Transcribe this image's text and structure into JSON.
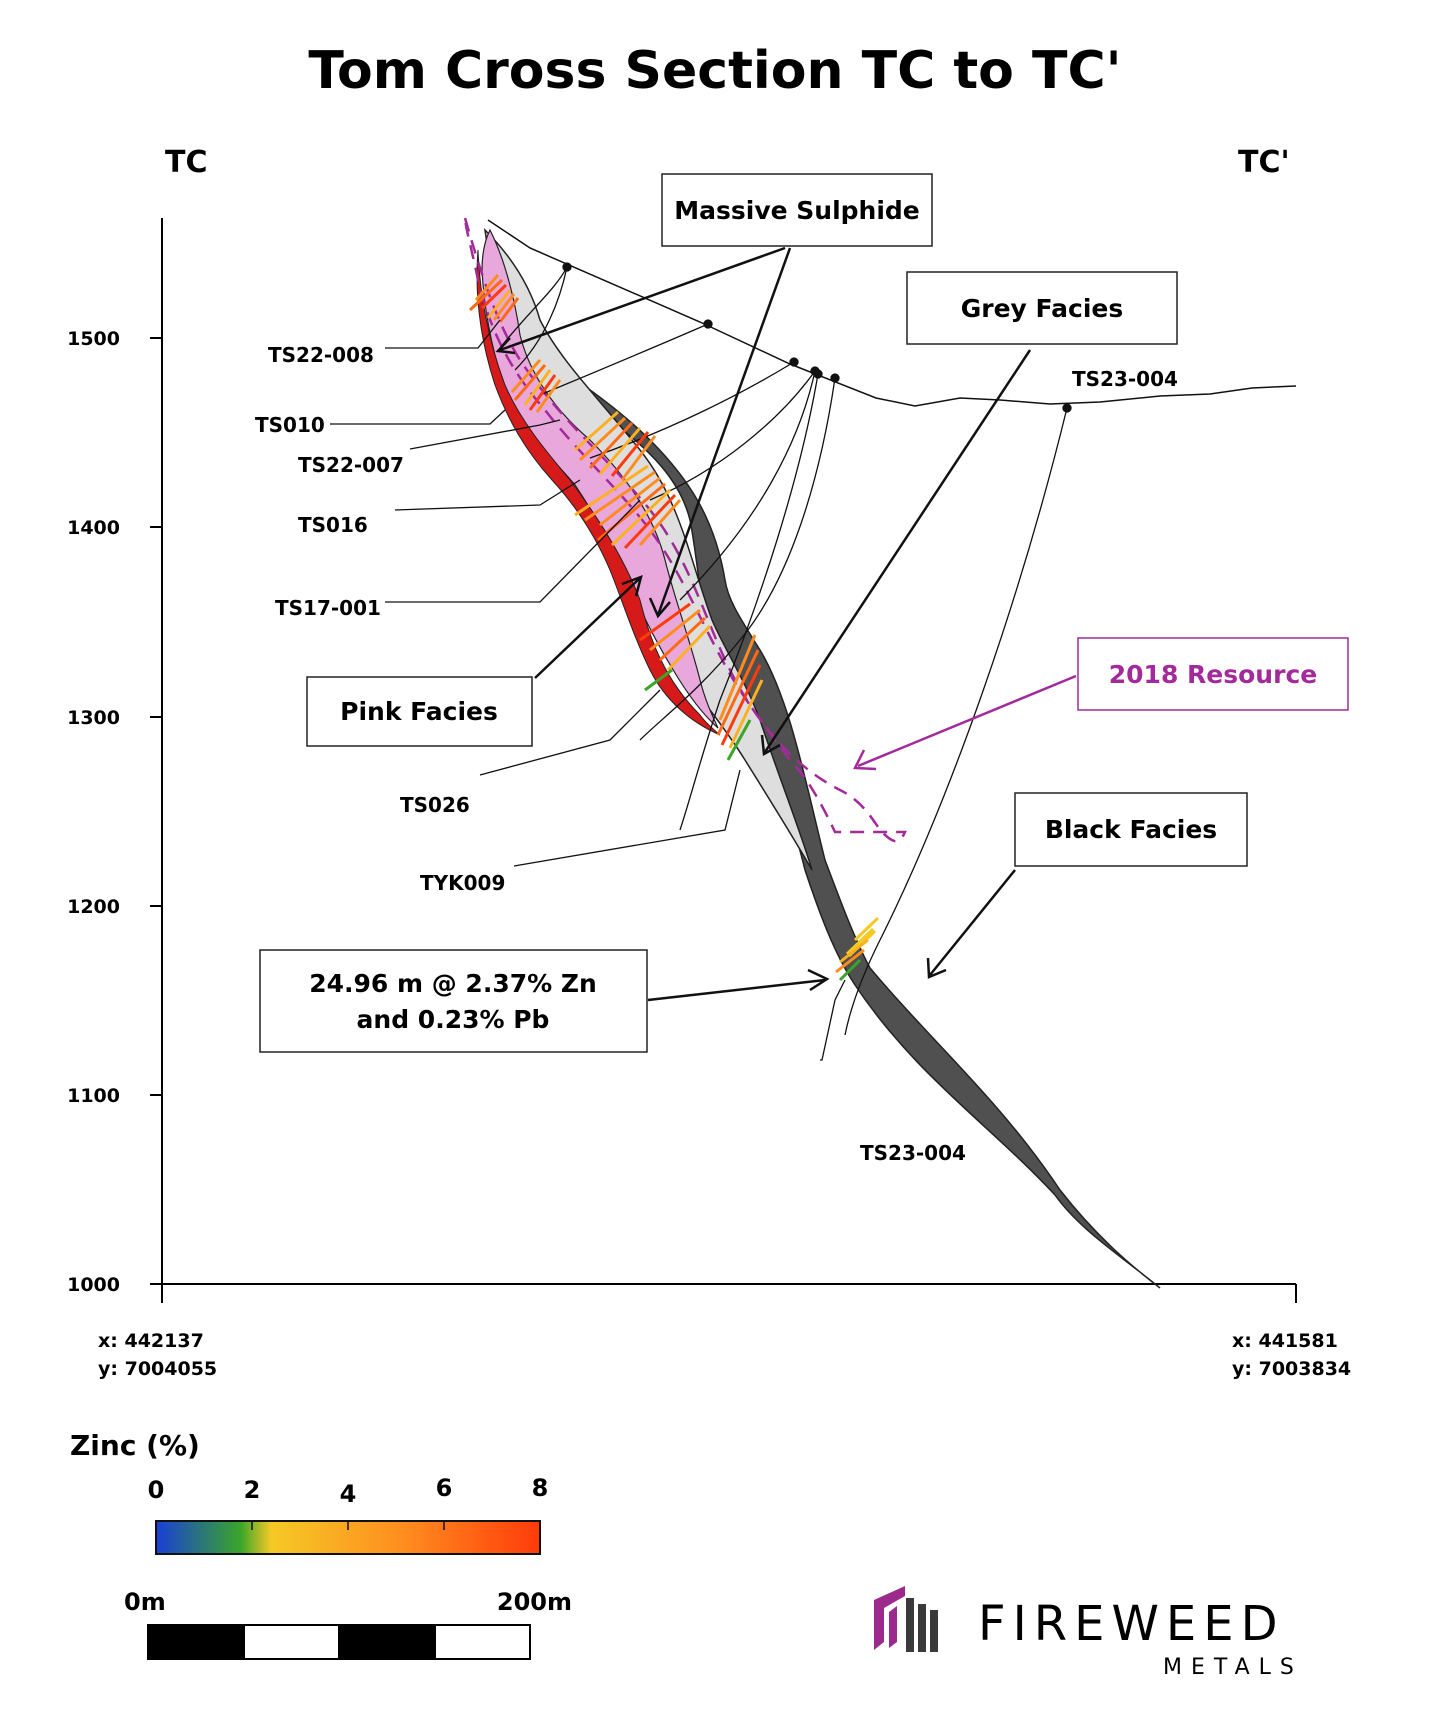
{
  "title": "Tom Cross Section TC to TC'",
  "section_start_label": "TC",
  "section_end_label": "TC'",
  "chart_data": {
    "type": "cross-section",
    "y_axis_ticks": [
      "1500",
      "1400",
      "1300",
      "1200",
      "1100",
      "1000"
    ],
    "ylim": [
      1000,
      1560
    ],
    "coordinates": {
      "start": {
        "x": "x: 442137",
        "y": "y: 7004055"
      },
      "end": {
        "x": "x: 441581",
        "y": "y: 7003834"
      }
    },
    "drillholes": [
      "TS22-008",
      "TS010",
      "TS22-007",
      "TS016",
      "TS17-001",
      "TS026",
      "TYK009",
      "TS23-004"
    ],
    "drillholes_top": [
      "TS23-004"
    ]
  },
  "annotations": {
    "massive_sulphide": "Massive Sulphide",
    "grey_facies": "Grey Facies",
    "pink_facies": "Pink Facies",
    "black_facies": "Black Facies",
    "resource_2018": "2018 Resource",
    "intercept_line1": "24.96 m @ 2.37% Zn",
    "intercept_line2": "and 0.23% Pb"
  },
  "legend": {
    "title": "Zinc (%)",
    "ticks": [
      "0",
      "2",
      "4",
      "6",
      "8"
    ],
    "colors": [
      "#1a3fd6",
      "#3aa52a",
      "#f5c925",
      "#ff8c1f",
      "#ff3b0a"
    ]
  },
  "scale_bar": {
    "start": "0m",
    "end": "200m"
  },
  "brand": {
    "name": "FIREWEED",
    "sub": "METALS"
  },
  "colors": {
    "black_facies": "#505050",
    "grey_facies": "#dcdcdc",
    "pink_facies": "#e8a8dc",
    "massive_sulphide": "#d61a1a",
    "resource_outline": "#a32a9a",
    "brand_purple": "#9b2a8c"
  }
}
